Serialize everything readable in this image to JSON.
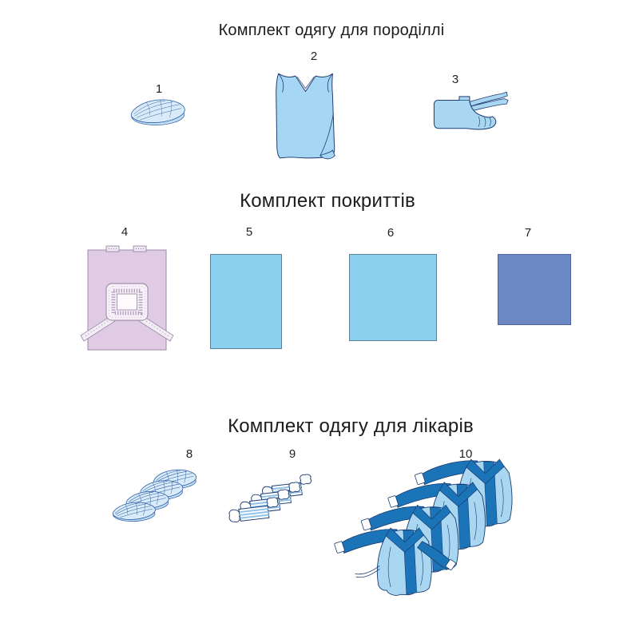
{
  "sections": {
    "maternity": {
      "title": "Комплект одягу для породіллі",
      "items": [
        {
          "number": "1",
          "name": "medical-cap"
        },
        {
          "number": "2",
          "number_note": "",
          "name": "patient-gown"
        },
        {
          "number": "3",
          "name": "shoe-covers"
        }
      ]
    },
    "covers": {
      "title": "Комплект покриттів",
      "items": [
        {
          "number": "4",
          "name": "fenestrated-adhesive-drape"
        },
        {
          "number": "5",
          "name": "drape-sheet-large"
        },
        {
          "number": "6",
          "name": "drape-sheet-medium"
        },
        {
          "number": "7",
          "name": "drape-sheet-small"
        }
      ]
    },
    "doctors": {
      "title": "Комплект одягу для лікарів",
      "items": [
        {
          "number": "8",
          "name": "caps-stack"
        },
        {
          "number": "9",
          "name": "masks-stack"
        },
        {
          "number": "10",
          "name": "surgical-gowns-stack"
        }
      ]
    }
  },
  "colors": {
    "sky_blue": "#8DD1F1",
    "slate_blue": "#6C88C4",
    "lavender": "#DFCBE3",
    "light_blue": "#A9D7F2",
    "pale_blue": "#D9EBF8",
    "gown_dark_blue": "#1B74B8",
    "outline_navy": "#1F3E77",
    "drape_outline": "#9C89A9",
    "background": "#FFFFFF"
  }
}
